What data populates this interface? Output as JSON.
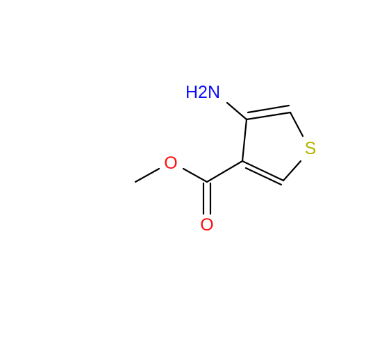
{
  "structure": {
    "atoms": [
      {
        "id": "nh2",
        "label": "H2N",
        "element": "N",
        "color": "#0d0dfa"
      },
      {
        "id": "s1",
        "label": "S",
        "element": "S",
        "color": "#b3b300"
      },
      {
        "id": "o_ester",
        "label": "O",
        "element": "O",
        "color": "#ff0d0d"
      },
      {
        "id": "o_carbonyl",
        "label": "O",
        "element": "O",
        "color": "#ff0d0d"
      }
    ],
    "bond_color": "#000000"
  }
}
